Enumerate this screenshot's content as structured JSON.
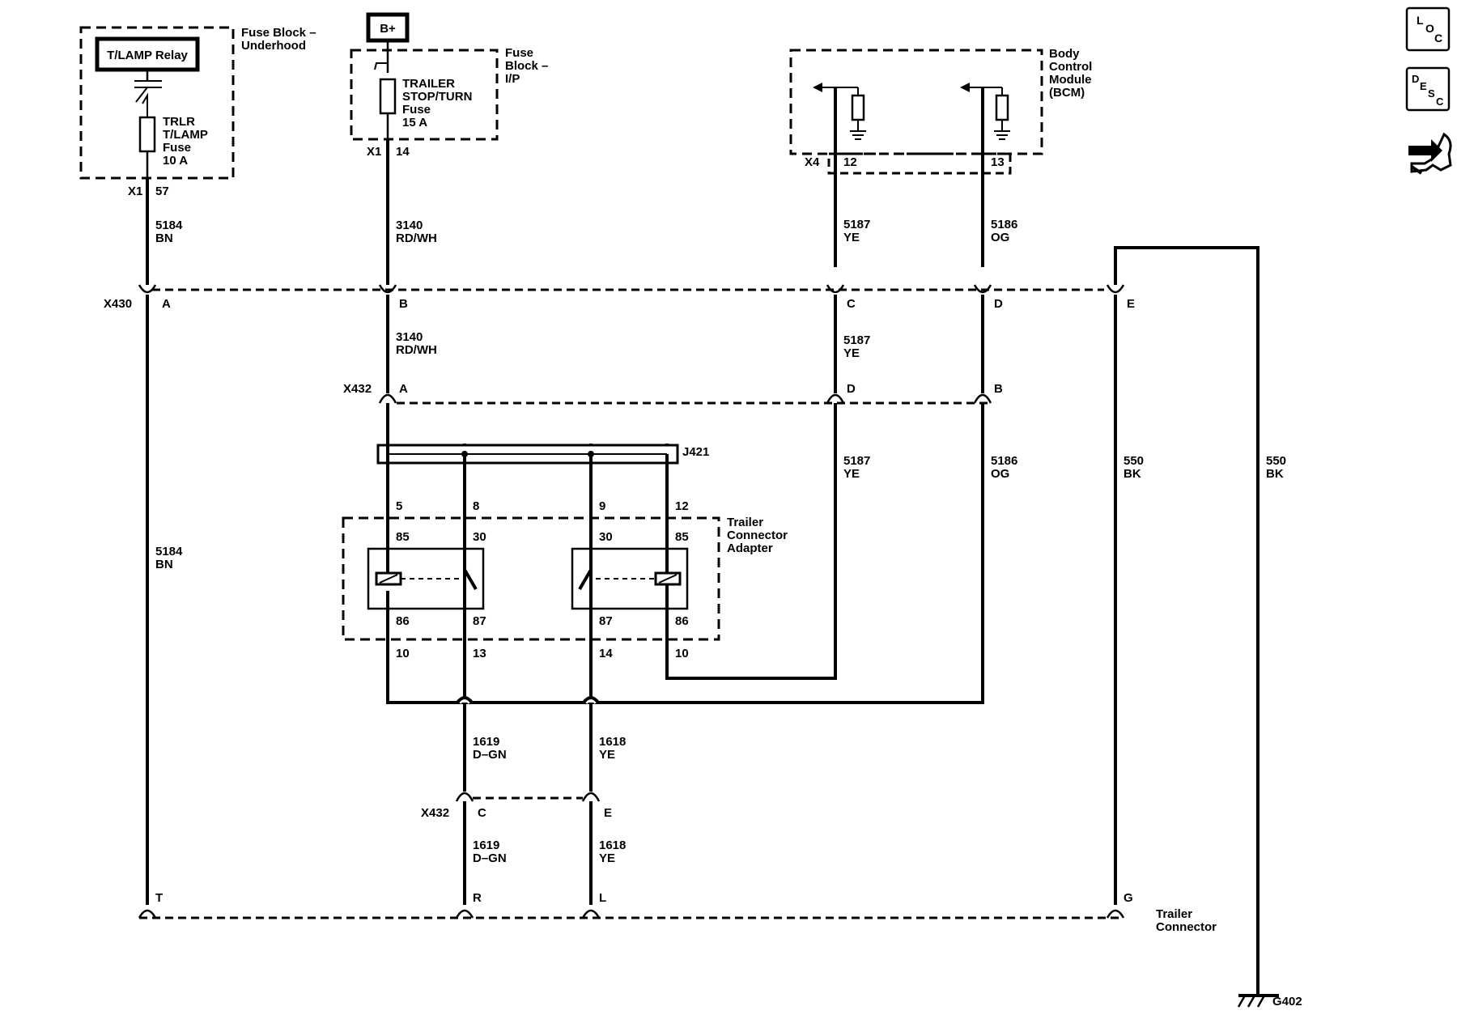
{
  "nav_icons": [
    {
      "name": "location-icon",
      "letters": [
        "L",
        "O",
        "C"
      ]
    },
    {
      "name": "description-icon",
      "letters": [
        "D",
        "E",
        "S",
        "C"
      ]
    },
    {
      "name": "repair-icon"
    }
  ],
  "fuse_block_underhood": {
    "title": [
      "Fuse Block –",
      "Underhood"
    ],
    "relay_label": "T/LAMP Relay",
    "fuse_label": [
      "TRLR",
      "T/LAMP",
      "Fuse",
      "10 A"
    ],
    "connector": "X1",
    "pin": "57"
  },
  "b_plus": "B+",
  "fuse_block_ip": {
    "title": [
      "Fuse",
      "Block –",
      "I/P"
    ],
    "fuse_label": [
      "TRAILER",
      "STOP/TURN",
      "Fuse",
      "15 A"
    ],
    "connector": "X1",
    "pin": "14"
  },
  "bcm": {
    "title": [
      "Body",
      "Control",
      "Module",
      "(BCM)"
    ],
    "connector": "X4",
    "pins": [
      "12",
      "13"
    ]
  },
  "wires": {
    "w5184": [
      "5184",
      "BN"
    ],
    "w3140": [
      "3140",
      "RD/WH"
    ],
    "w5187": [
      "5187",
      "YE"
    ],
    "w5186": [
      "5186",
      "OG"
    ],
    "w550": [
      "550",
      "BK"
    ],
    "w1619": [
      "1619",
      "D–GN"
    ],
    "w1618": [
      "1618",
      "YE"
    ]
  },
  "x430": {
    "name": "X430",
    "pins": [
      "A",
      "B",
      "C",
      "D",
      "E"
    ]
  },
  "x432_upper": {
    "name": "X432",
    "pins": [
      "A",
      "D",
      "B"
    ]
  },
  "splice": "J421",
  "adapter": {
    "title": [
      "Trailer",
      "Connector",
      "Adapter"
    ],
    "top_pins": [
      "5",
      "8",
      "9",
      "12"
    ],
    "relay1_terms": [
      "85",
      "30",
      "86",
      "87"
    ],
    "relay2_terms": [
      "30",
      "85",
      "87",
      "86"
    ],
    "bottom_pins": [
      "10",
      "13",
      "14",
      "10"
    ]
  },
  "x432_lower": {
    "name": "X432",
    "pins": [
      "C",
      "E"
    ]
  },
  "trailer_connector": {
    "title": [
      "Trailer",
      "Connector"
    ],
    "pins": [
      "T",
      "R",
      "L",
      "G"
    ]
  },
  "ground": "G402"
}
